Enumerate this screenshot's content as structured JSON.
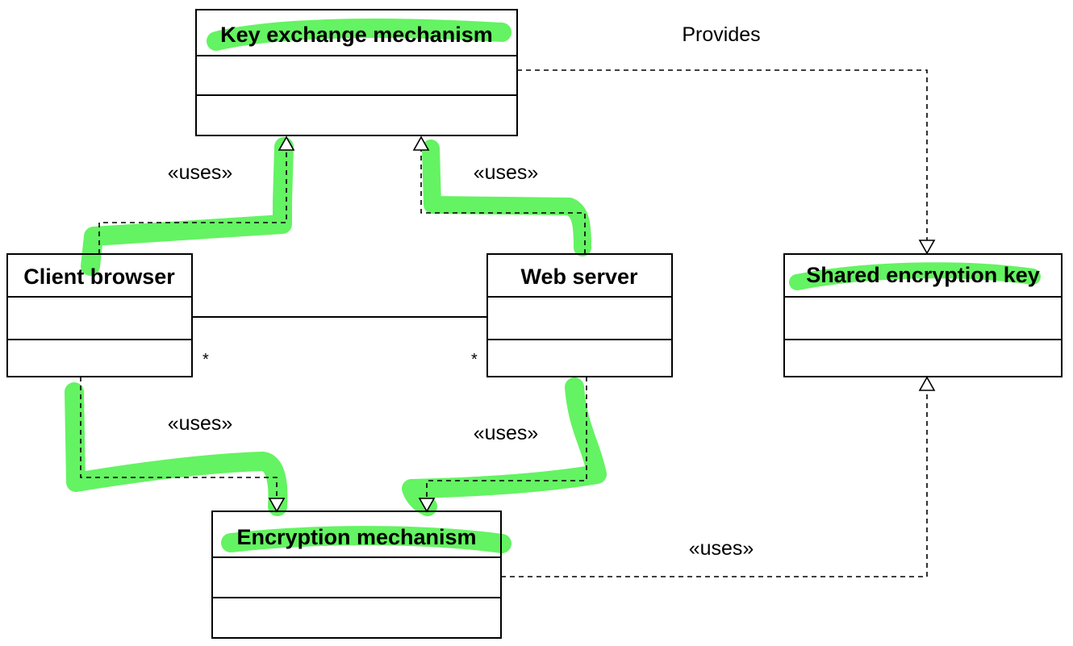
{
  "classes": {
    "key_exchange": "Key exchange mechanism",
    "client_browser": "Client browser",
    "web_server": "Web server",
    "shared_key": "Shared encryption key",
    "encryption": "Encryption mechanism"
  },
  "labels": {
    "provides": "Provides",
    "client_uses_kex": "«uses»",
    "server_uses_kex": "«uses»",
    "client_uses_enc": "«uses»",
    "server_uses_enc": "«uses»",
    "enc_uses_key": "«uses»"
  },
  "multiplicity": {
    "client_end": "*",
    "server_end": "*"
  },
  "colors": {
    "highlight": "#5cf25a",
    "line": "#000000"
  }
}
